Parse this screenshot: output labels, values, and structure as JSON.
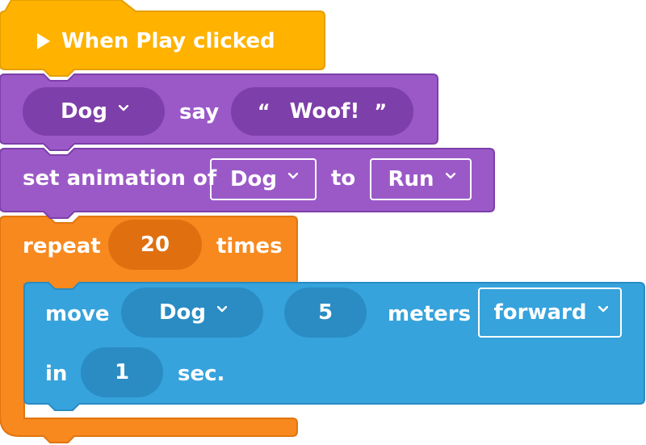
{
  "colors": {
    "event": "#FFB200",
    "event_dark": "#E59F00",
    "looks": "#9B59C8",
    "looks_dark": "#7D3FA9",
    "control": "#F7891E",
    "control_dark": "#E06F10",
    "motion": "#36A3DC",
    "motion_dark": "#2A8CC3"
  },
  "blocks": {
    "event": {
      "label": "When Play clicked",
      "icon": "play-icon"
    },
    "say": {
      "character": "Dog",
      "verb": "say",
      "open_quote": "“",
      "message": "Woof!",
      "close_quote": "”"
    },
    "animation": {
      "prefix": "set animation of",
      "character": "Dog",
      "connector": "to",
      "animation": "Run"
    },
    "repeat": {
      "prefix": "repeat",
      "count": "20",
      "suffix": "times"
    },
    "move": {
      "verb": "move",
      "character": "Dog",
      "distance": "5",
      "unit": "meters",
      "direction": "forward",
      "in_label": "in",
      "duration": "1",
      "duration_unit": "sec."
    }
  }
}
